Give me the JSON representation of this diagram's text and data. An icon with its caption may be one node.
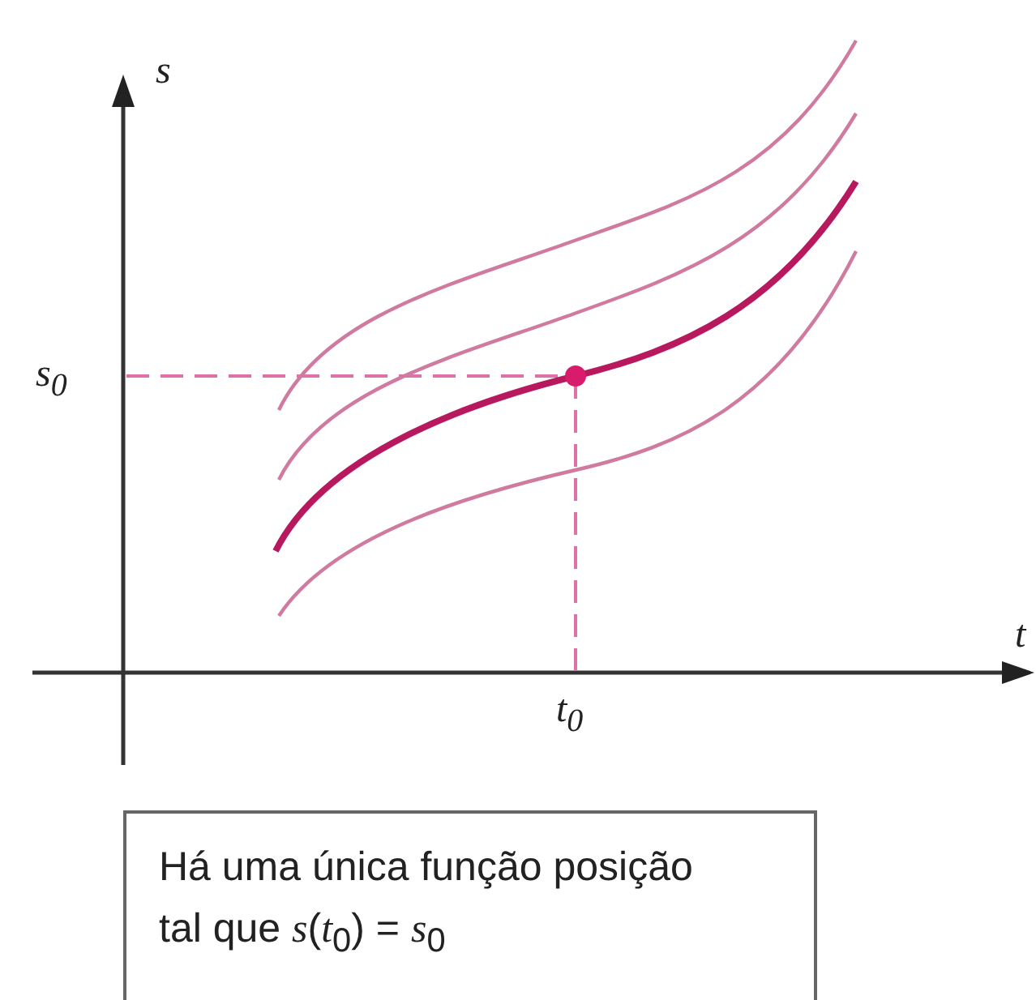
{
  "diagram": {
    "nodes": [
      {
        "text": [
          "Há uma única função posição tal que *s*(*t*$_{0}$) = *s*$_{0}$"
        ]
      }
    ],
    "labels": [
      "s",
      "s$_{0}$",
      "t",
      "t$_{0}$"
    ]
  }
}
